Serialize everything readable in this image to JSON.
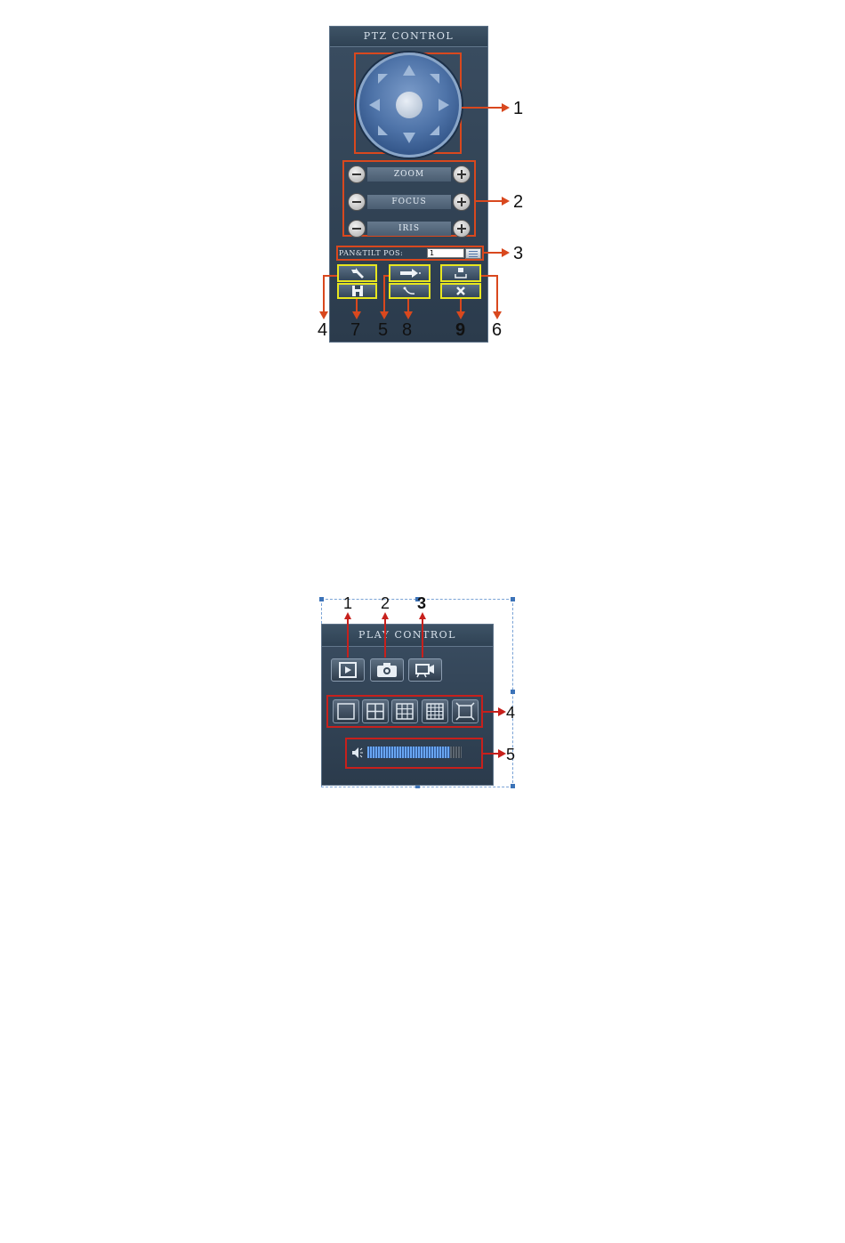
{
  "ptz_panel": {
    "title": "PTZ CONTROL",
    "controls": [
      {
        "label": "ZOOM"
      },
      {
        "label": "FOCUS"
      },
      {
        "label": "IRIS"
      }
    ],
    "preset": {
      "label": "PAN&TILT POS:",
      "value": "1"
    },
    "callouts": [
      "1",
      "2",
      "3",
      "4",
      "7",
      "5",
      "8",
      "9",
      "6"
    ]
  },
  "play_panel": {
    "title": "PLAY CONTROL",
    "callouts": [
      "1",
      "2",
      "3",
      "4",
      "5"
    ],
    "volume_level": 0.88
  },
  "colors": {
    "callout_red": "#d9481e",
    "highlight_yellow": "#e7e61f",
    "panel_bg": "#33465a"
  }
}
